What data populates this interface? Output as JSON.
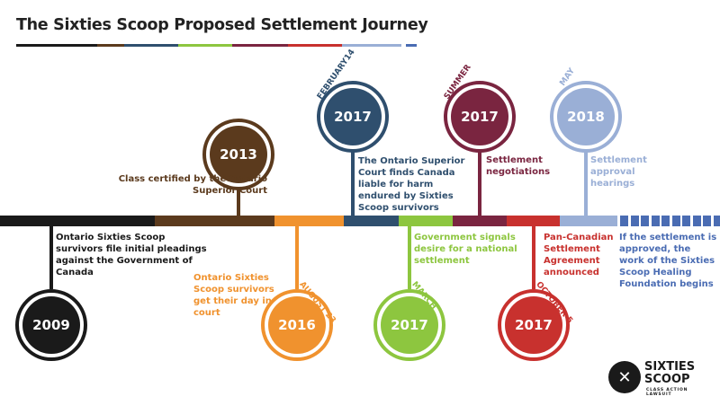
{
  "title": "The Sixties Scoop Proposed Settlement Journey",
  "colors": {
    "black": "#1a1a1a",
    "brown": "#5b3a1d",
    "orange": "#f0922e",
    "navy": "#2f4f6e",
    "green": "#8dc63f",
    "maroon": "#7a2540",
    "red": "#c8312e",
    "lightblue": "#9aafd6",
    "blue": "#4a6cb3"
  },
  "events": [
    {
      "year": "2009",
      "date": "",
      "text": "Ontario Sixties Scoop survivors file initial pleadings against the Government of Canada"
    },
    {
      "year": "2013",
      "date": "",
      "text": "Class certified by the Ontario Superior Court"
    },
    {
      "year": "2016",
      "date": "AUGUST 23",
      "text": "Ontario Sixties Scoop survivors get their day in court"
    },
    {
      "year": "2017",
      "date": "FEBRUARY14",
      "text": "The Ontario Superior Court finds Canada liable for harm endured by Sixties Scoop survivors"
    },
    {
      "year": "2017",
      "date": "MARCH",
      "text": "Government signals desire for a national settlement"
    },
    {
      "year": "2017",
      "date": "SUMMER",
      "text": "Settlement negotiations"
    },
    {
      "year": "2017",
      "date": "OCTOBER 5",
      "text": "Pan-Canadian Settlement Agreement announced"
    },
    {
      "year": "2018",
      "date": "MAY",
      "text": "Settlement approval hearings"
    }
  ],
  "final_text": "If the settlement is approved, the work of the Sixties Scoop Healing Foundation begins",
  "logo": {
    "name_line1": "SIXTIES",
    "name_line2": "SCOOP",
    "tagline": "CLASS ACTION LAWSUIT"
  }
}
